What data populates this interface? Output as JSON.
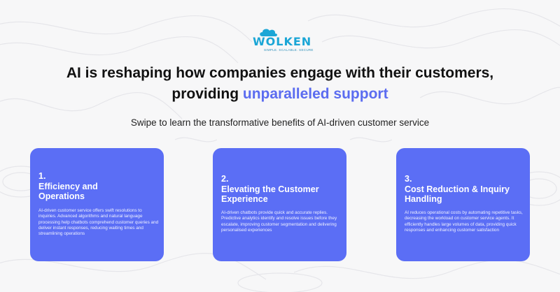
{
  "logo": {
    "wordmark": "WOLKEN",
    "tagline": "SIMPLE. SCALABLE. SECURE",
    "icon": "cloud-icon"
  },
  "headline": {
    "line1": "AI is reshaping how companies engage with their customers,",
    "line2_prefix": "providing ",
    "line2_accent": "unparalleled support"
  },
  "subline": "Swipe to learn the transformative benefits of AI-driven customer service",
  "cards": [
    {
      "number": "1.",
      "title": "Efficiency and Operations",
      "description": "AI-driven customer service offers swift resolutions to inquiries. Advanced algorithms and natural language processing help chatbots comprehend customer queries and deliver instant responses, reducing waiting times and streamlining operations"
    },
    {
      "number": "2.",
      "title": "Elevating the Customer Experience",
      "description": "AI-driven chatbots provide quick and accurate replies. Predictive analytics identify and resolve issues before they escalate, improving customer segmentation and delivering personalised experiences"
    },
    {
      "number": "3.",
      "title": "Cost Reduction & Inquiry Handling",
      "description": "AI reduces operational costs by automating repetitive tasks, decreasing the workload on customer service agents. It efficiently handles large volumes of data, providing quick responses and enhancing customer satisfaction"
    }
  ],
  "colors": {
    "accent": "#5b6cf0",
    "card": "#5b6ef5",
    "logo": "#1ba6d6"
  }
}
